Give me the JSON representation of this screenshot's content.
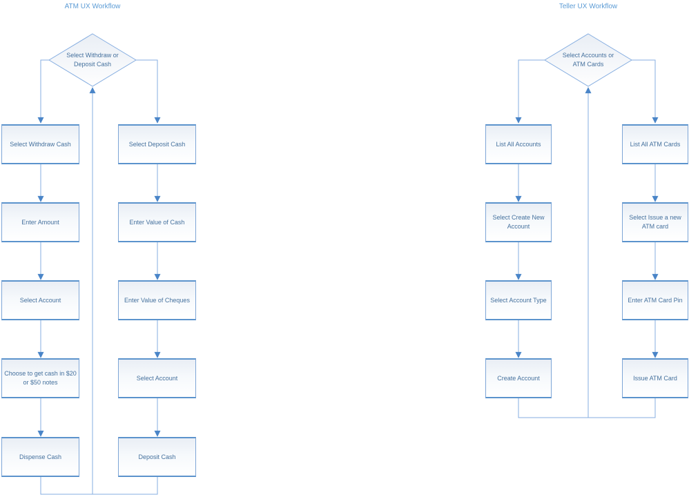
{
  "colors": {
    "connector_line": "#85ade0",
    "arrowhead": "#4a85c8",
    "shape_border": "#5b93cc",
    "shape_fill_top": "#e9eef5",
    "shape_fill_bottom": "#ffffff",
    "shape_text": "#44709d",
    "title_text": "#5b9bd5",
    "background": "#ffffff"
  },
  "atm": {
    "title": "ATM UX Workflow",
    "decision": "Select Withdraw or Deposit Cash",
    "withdraw_branch": [
      "Select Withdraw Cash",
      "Enter Amount",
      "Select Account",
      "Choose to get cash in $20 or $50 notes",
      "Dispense Cash"
    ],
    "deposit_branch": [
      "Select Deposit Cash",
      "Enter Value of Cash",
      "Enter Value of Cheques",
      "Select Account",
      "Deposit Cash"
    ]
  },
  "teller": {
    "title": "Teller UX Workflow",
    "decision": "Select Accounts or ATM Cards",
    "accounts_branch": [
      "List All Accounts",
      "Select Create New Account",
      "Select Account Type",
      "Create Account"
    ],
    "atm_cards_branch": [
      "List All ATM Cards",
      "Select Issue a new ATM card",
      "Enter ATM Card Pin",
      "Issue ATM Card"
    ]
  }
}
